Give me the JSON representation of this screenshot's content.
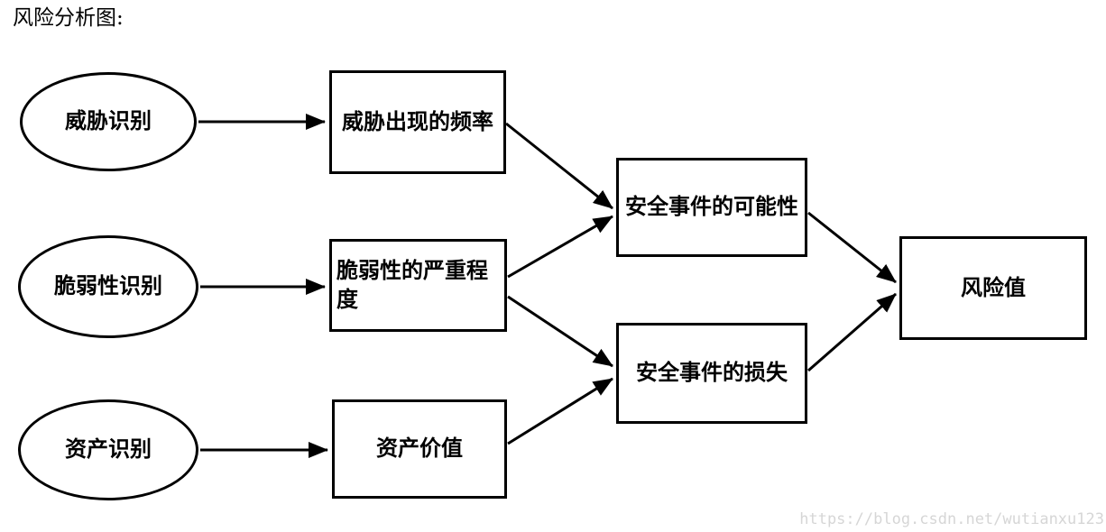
{
  "title": "风险分析图:",
  "nodes": {
    "threat_identification": {
      "label": "威胁识别"
    },
    "vulnerability_identification": {
      "label": "脆弱性识别"
    },
    "asset_identification": {
      "label": "资产识别"
    },
    "threat_frequency": {
      "label": "威胁出现的频率"
    },
    "vulnerability_severity": {
      "label": "脆弱性的严重程度"
    },
    "asset_value": {
      "label": "资产价值"
    },
    "incident_likelihood": {
      "label": "安全事件的可能性"
    },
    "incident_loss": {
      "label": "安全事件的损失"
    },
    "risk_value": {
      "label": "风险值"
    }
  },
  "edges": [
    {
      "from": "threat_identification",
      "to": "threat_frequency"
    },
    {
      "from": "vulnerability_identification",
      "to": "vulnerability_severity"
    },
    {
      "from": "asset_identification",
      "to": "asset_value"
    },
    {
      "from": "threat_frequency",
      "to": "incident_likelihood"
    },
    {
      "from": "vulnerability_severity",
      "to": "incident_likelihood"
    },
    {
      "from": "vulnerability_severity",
      "to": "incident_loss"
    },
    {
      "from": "asset_value",
      "to": "incident_loss"
    },
    {
      "from": "incident_likelihood",
      "to": "risk_value"
    },
    {
      "from": "incident_loss",
      "to": "risk_value"
    }
  ],
  "watermark": "https://blog.csdn.net/wutianxu123",
  "colors": {
    "stroke": "#000000",
    "background": "#ffffff",
    "watermark": "#d6d6d6"
  }
}
